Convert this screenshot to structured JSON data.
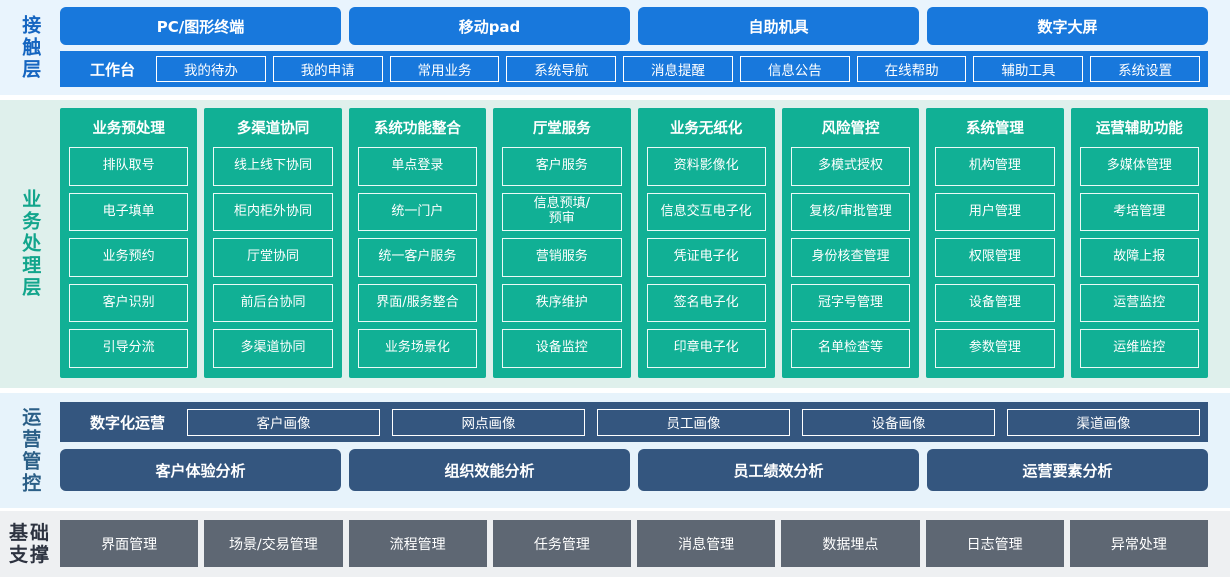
{
  "colors": {
    "contact_accent": "#1878dc",
    "contact_bg": "#e9f4fd",
    "business_accent": "#11b095",
    "business_bg": "#dff0ec",
    "operation_accent": "#34567f",
    "operation_bg": "#e7f3fb",
    "foundation_accent": "#5e6773",
    "foundation_bg": "#eef0f2"
  },
  "layers": {
    "contact": {
      "label": "接触层",
      "channels": [
        "PC/图形终端",
        "移动pad",
        "自助机具",
        "数字大屏"
      ],
      "workbench_label": "工作台",
      "items": [
        "我的待办",
        "我的申请",
        "常用业务",
        "系统导航",
        "消息提醒",
        "信息公告",
        "在线帮助",
        "辅助工具",
        "系统设置"
      ]
    },
    "business": {
      "label": "业务处理层",
      "cards": [
        {
          "title": "业务预处理",
          "items": [
            "排队取号",
            "电子填单",
            "业务预约",
            "客户识别",
            "引导分流"
          ]
        },
        {
          "title": "多渠道协同",
          "items": [
            "线上线下协同",
            "柜内柜外协同",
            "厅堂协同",
            "前后台协同",
            "多渠道协同"
          ]
        },
        {
          "title": "系统功能整合",
          "items": [
            "单点登录",
            "统一门户",
            "统一客户服务",
            "界面/服务整合",
            "业务场景化"
          ]
        },
        {
          "title": "厅堂服务",
          "items": [
            "客户服务",
            "信息预填/\n预审",
            "营销服务",
            "秩序维护",
            "设备监控"
          ]
        },
        {
          "title": "业务无纸化",
          "items": [
            "资料影像化",
            "信息交互电子化",
            "凭证电子化",
            "签名电子化",
            "印章电子化"
          ]
        },
        {
          "title": "风险管控",
          "items": [
            "多模式授权",
            "复核/审批管理",
            "身份核查管理",
            "冠字号管理",
            "名单检查等"
          ]
        },
        {
          "title": "系统管理",
          "items": [
            "机构管理",
            "用户管理",
            "权限管理",
            "设备管理",
            "参数管理"
          ]
        },
        {
          "title": "运营辅助功能",
          "items": [
            "多媒体管理",
            "考培管理",
            "故障上报",
            "运营监控",
            "运维监控"
          ]
        }
      ]
    },
    "operation": {
      "label": "运营管控",
      "digital_title": "数字化运营",
      "portraits": [
        "客户画像",
        "网点画像",
        "员工画像",
        "设备画像",
        "渠道画像"
      ],
      "analyses": [
        "客户体验分析",
        "组织效能分析",
        "员工绩效分析",
        "运营要素分析"
      ]
    },
    "foundation": {
      "label_line1": "基础",
      "label_line2": "支撑",
      "items": [
        "界面管理",
        "场景/交易管理",
        "流程管理",
        "任务管理",
        "消息管理",
        "数据埋点",
        "日志管理",
        "异常处理"
      ]
    }
  }
}
